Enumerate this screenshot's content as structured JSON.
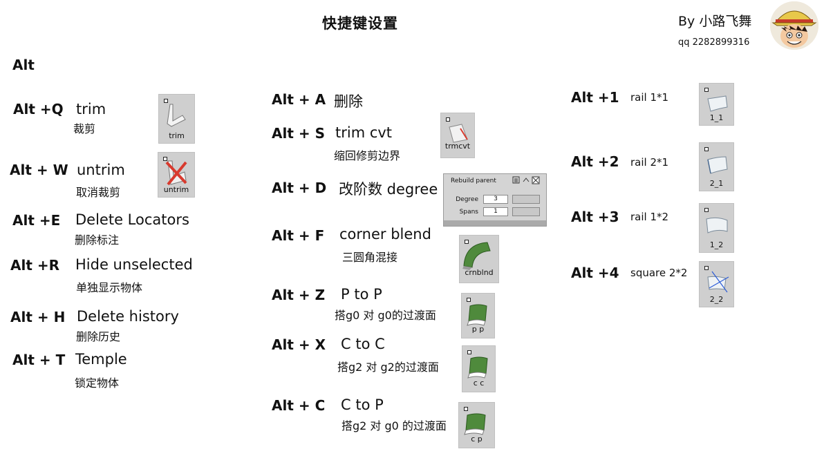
{
  "header": {
    "title": "快捷键设置",
    "author": "By  小路飞舞",
    "qq": "qq  2282899316"
  },
  "section_label": "Alt",
  "left_column": [
    {
      "key": "Alt +Q",
      "name": "trim",
      "desc": "裁剪",
      "icon_label": "trim"
    },
    {
      "key": "Alt + W",
      "name": "untrim",
      "desc": "取消裁剪",
      "icon_label": "untrim"
    },
    {
      "key": "Alt +E",
      "name": "Delete Locators",
      "desc": "删除标注"
    },
    {
      "key": "Alt +R",
      "name": "Hide unselected",
      "desc": "单独显示物体"
    },
    {
      "key": "Alt + H",
      "name": "Delete history",
      "desc": "删除历史"
    },
    {
      "key": "Alt + T",
      "name": "Temple",
      "desc": "锁定物体"
    }
  ],
  "middle_column": [
    {
      "key": "Alt + A",
      "name": "删除"
    },
    {
      "key": "Alt + S",
      "name": "trim cvt",
      "desc": "缩回修剪边界",
      "icon_label": "trmcvt"
    },
    {
      "key": "Alt + D",
      "name": "改阶数 degree"
    },
    {
      "key": "Alt + F",
      "name": "corner  blend",
      "desc": "三圆角混接",
      "icon_label": "crnblnd"
    },
    {
      "key": "Alt + Z",
      "name": "P to  P",
      "desc": "搭g0 对 g0的过渡面",
      "icon_label": "p p"
    },
    {
      "key": "Alt + X",
      "name": "C to  C",
      "desc": "搭g2 对 g2的过渡面",
      "icon_label": "c c"
    },
    {
      "key": "Alt + C",
      "name": "C to  P",
      "desc": "搭g2 对 g0 的过渡面",
      "icon_label": "c p"
    }
  ],
  "rebuild_panel": {
    "title": "Rebuild parent",
    "degree_label": "Degree",
    "degree_value": "3",
    "spans_label": "Spans",
    "spans_value": "1"
  },
  "right_column": [
    {
      "key": "Alt +1",
      "name": "rail  1*1",
      "icon_label": "1_1"
    },
    {
      "key": "Alt +2",
      "name": "rail  2*1",
      "icon_label": "2_1"
    },
    {
      "key": "Alt +3",
      "name": "rail  1*2",
      "icon_label": "1_2"
    },
    {
      "key": "Alt +4",
      "name": "square  2*2",
      "icon_label": "2_2"
    }
  ]
}
